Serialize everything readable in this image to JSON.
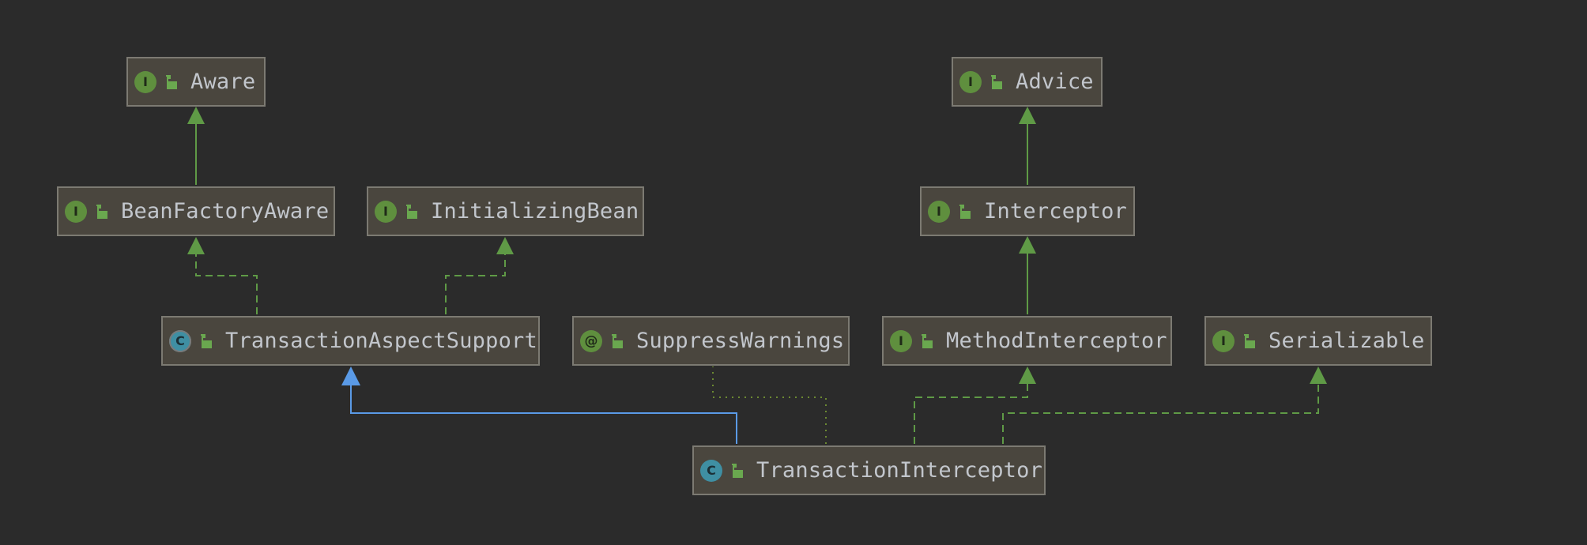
{
  "diagram": {
    "nodes": [
      {
        "id": "aware",
        "label": "Aware",
        "kind": "interface",
        "badge": "I",
        "icon": "interface-icon"
      },
      {
        "id": "advice",
        "label": "Advice",
        "kind": "interface",
        "badge": "I",
        "icon": "interface-icon"
      },
      {
        "id": "beanfactoryaware",
        "label": "BeanFactoryAware",
        "kind": "interface",
        "badge": "I",
        "icon": "interface-icon"
      },
      {
        "id": "initializingbean",
        "label": "InitializingBean",
        "kind": "interface",
        "badge": "I",
        "icon": "interface-icon"
      },
      {
        "id": "interceptor",
        "label": "Interceptor",
        "kind": "interface",
        "badge": "I",
        "icon": "interface-icon"
      },
      {
        "id": "transactionaspectsupport",
        "label": "TransactionAspectSupport",
        "kind": "abstract-class",
        "badge": "C",
        "icon": "abstract-class-icon"
      },
      {
        "id": "suppresswarnings",
        "label": "SuppressWarnings",
        "kind": "annotation",
        "badge": "@",
        "icon": "annotation-icon"
      },
      {
        "id": "methodinterceptor",
        "label": "MethodInterceptor",
        "kind": "interface",
        "badge": "I",
        "icon": "interface-icon"
      },
      {
        "id": "serializable",
        "label": "Serializable",
        "kind": "interface",
        "badge": "I",
        "icon": "interface-icon"
      },
      {
        "id": "transactioninterceptor",
        "label": "TransactionInterceptor",
        "kind": "class",
        "badge": "C",
        "icon": "class-icon"
      }
    ],
    "edges": [
      {
        "from": "beanfactoryaware",
        "to": "aware",
        "type": "extends-interface"
      },
      {
        "from": "interceptor",
        "to": "advice",
        "type": "extends-interface"
      },
      {
        "from": "methodinterceptor",
        "to": "interceptor",
        "type": "extends-interface"
      },
      {
        "from": "transactionaspectsupport",
        "to": "beanfactoryaware",
        "type": "implements"
      },
      {
        "from": "transactionaspectsupport",
        "to": "initializingbean",
        "type": "implements"
      },
      {
        "from": "transactioninterceptor",
        "to": "transactionaspectsupport",
        "type": "extends-class"
      },
      {
        "from": "transactioninterceptor",
        "to": "suppresswarnings",
        "type": "annotated-with"
      },
      {
        "from": "transactioninterceptor",
        "to": "methodinterceptor",
        "type": "implements"
      },
      {
        "from": "transactioninterceptor",
        "to": "serializable",
        "type": "implements"
      }
    ]
  },
  "colors": {
    "background": "#2b2b2b",
    "node_fill": "#4a463e",
    "node_border": "#7c7a72",
    "interface_edge": "#5f9a46",
    "class_edge": "#5a9ae6",
    "annotation_edge": "#6c8a32",
    "label_text": "#c2c6cc",
    "lock_icon": "#6aa84f"
  }
}
